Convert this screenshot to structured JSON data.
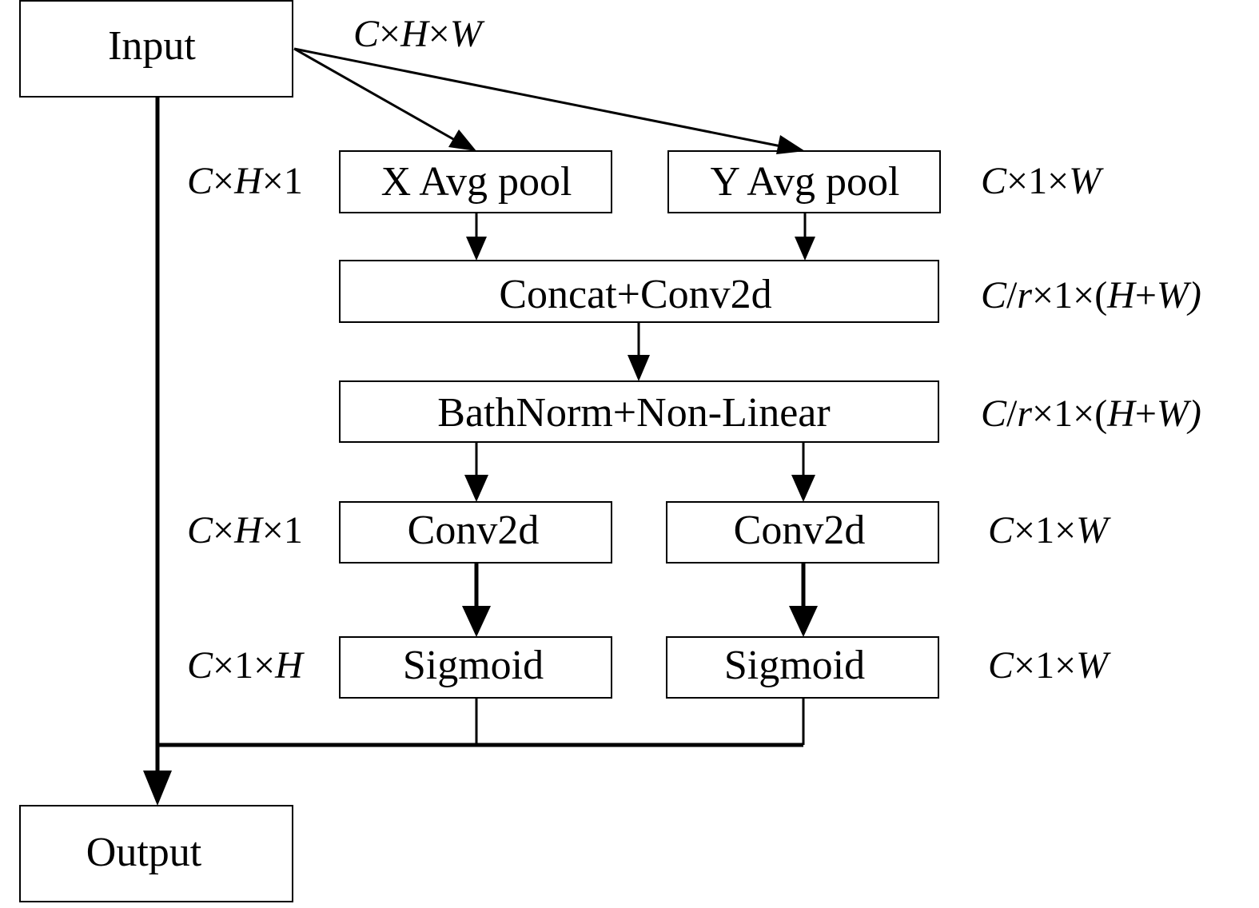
{
  "nodes": {
    "input": {
      "label": "Input"
    },
    "x_avg_pool": {
      "label": "X Avg pool"
    },
    "y_avg_pool": {
      "label": "Y Avg pool"
    },
    "concat_conv": {
      "label": "Concat+Conv2d"
    },
    "bathnorm": {
      "label": "BathNorm+Non-Linear"
    },
    "conv_left": {
      "label": "Conv2d"
    },
    "conv_right": {
      "label": "Conv2d"
    },
    "sigmoid_left": {
      "label": "Sigmoid"
    },
    "sigmoid_right": {
      "label": "Sigmoid"
    },
    "output": {
      "label": "Output"
    }
  },
  "dims": {
    "input": {
      "a": "C",
      "b": "×",
      "c": "H",
      "d": "×",
      "e": "W"
    },
    "x_pool": {
      "a": "C",
      "b": "×",
      "c": "H",
      "d": "×1"
    },
    "y_pool": {
      "a": "C",
      "b": "×1×",
      "c": "W"
    },
    "concat": {
      "a": "C",
      "b": "/",
      "c": "r",
      "d": "×1×(",
      "e": "H",
      "f": "+",
      "g": "W",
      "h": ")"
    },
    "bathnorm": {
      "a": "C",
      "b": "/",
      "c": "r",
      "d": "×1×(",
      "e": "H",
      "f": "+",
      "g": "W",
      "h": ")"
    },
    "conv_left": {
      "a": "C",
      "b": "×",
      "c": "H",
      "d": "×1"
    },
    "conv_right": {
      "a": "C",
      "b": "×1×",
      "c": "W"
    },
    "sigmoid_left": {
      "a": "C",
      "b": "×1×",
      "c": "H"
    },
    "sigmoid_right": {
      "a": "C",
      "b": "×1×",
      "c": "W"
    }
  },
  "edges": [
    {
      "from": "input",
      "to": "x_avg_pool"
    },
    {
      "from": "input",
      "to": "y_avg_pool"
    },
    {
      "from": "x_avg_pool",
      "to": "concat_conv"
    },
    {
      "from": "y_avg_pool",
      "to": "concat_conv"
    },
    {
      "from": "concat_conv",
      "to": "bathnorm"
    },
    {
      "from": "bathnorm",
      "to": "conv_left"
    },
    {
      "from": "bathnorm",
      "to": "conv_right"
    },
    {
      "from": "conv_left",
      "to": "sigmoid_left"
    },
    {
      "from": "conv_right",
      "to": "sigmoid_right"
    },
    {
      "from": "sigmoid_left",
      "to": "output"
    },
    {
      "from": "sigmoid_right",
      "to": "output"
    },
    {
      "from": "input",
      "to": "output"
    }
  ]
}
